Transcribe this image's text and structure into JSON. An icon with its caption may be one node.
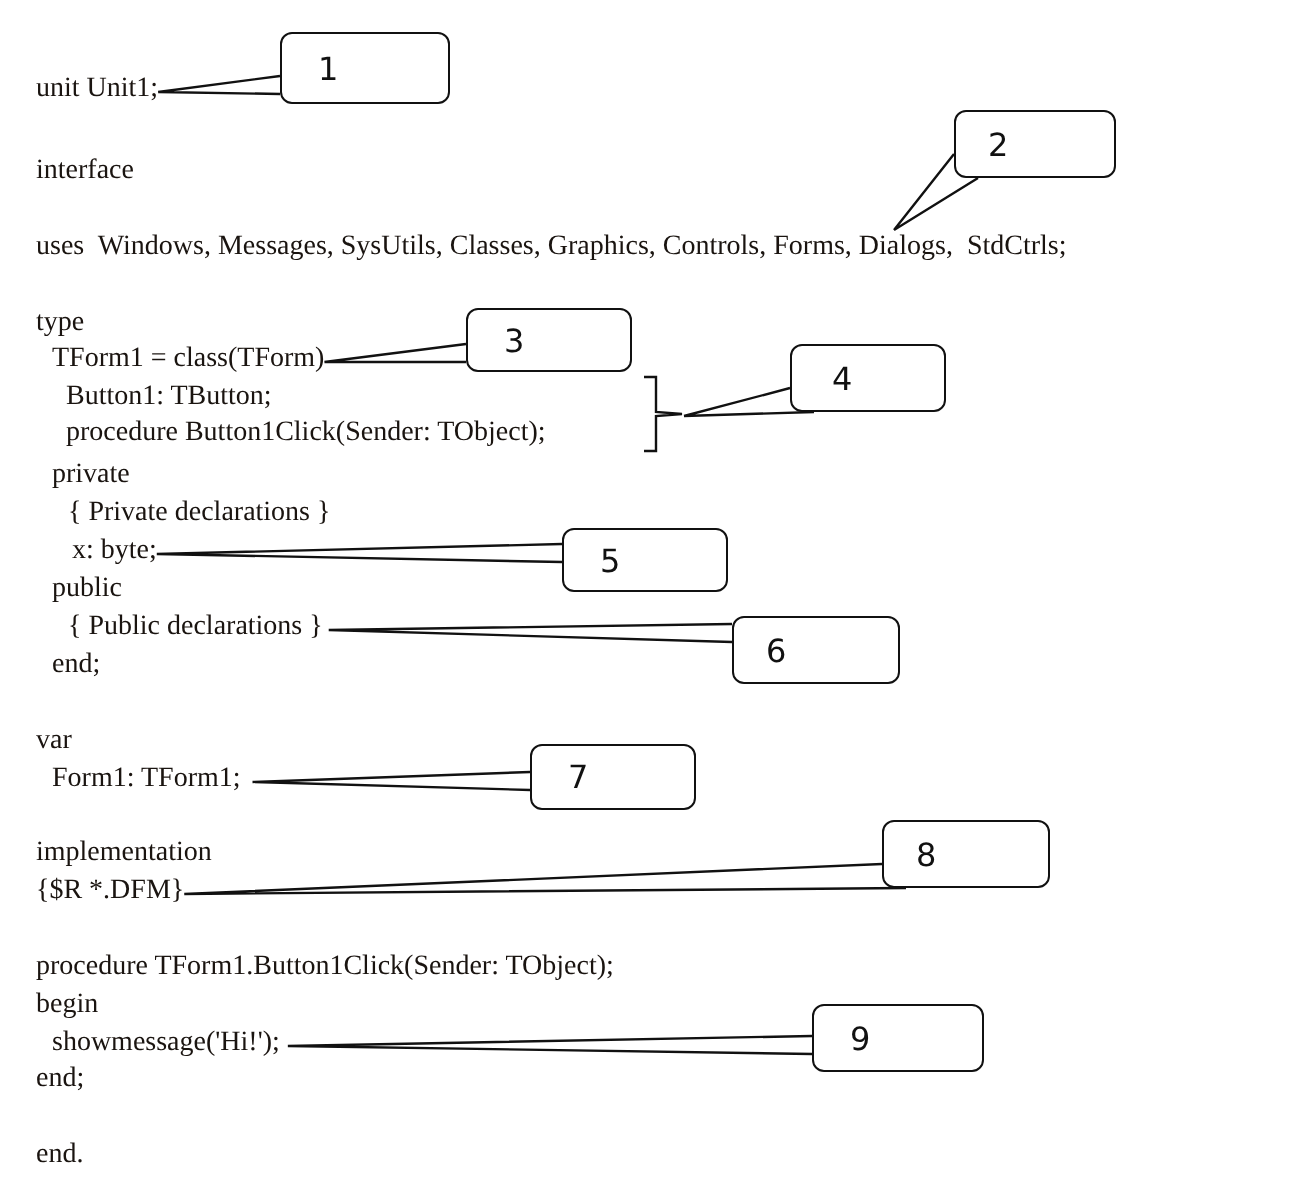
{
  "diagram": {
    "nodes": [
      {
        "text": [
          "1"
        ]
      },
      {
        "text": [
          "unit Unit1;"
        ]
      },
      {
        "text": [
          "2"
        ]
      },
      {
        "text": [
          "uses  Windows, Messages, SysUtils, Classes, Graphics, Controls, Forms, Dialogs,  StdCtrls;"
        ]
      },
      {
        "text": [
          "3"
        ]
      },
      {
        "text": [
          "TForm1 = class(TForm)"
        ]
      },
      {
        "text": [
          "4"
        ]
      },
      {
        "text": [],
        "shape": "bracket"
      },
      {
        "text": [
          "x: byte;"
        ]
      },
      {
        "text": [
          "5"
        ]
      },
      {
        "text": [
          "{ Public declarations }"
        ]
      },
      {
        "text": [
          "6"
        ]
      },
      {
        "text": [
          "Form1: TForm1;"
        ]
      },
      {
        "text": [
          "7"
        ]
      },
      {
        "text": [
          "{$R *.DFM}"
        ]
      },
      {
        "text": [
          "8"
        ]
      },
      {
        "text": [
          "showmessage('Hi!');"
        ]
      },
      {
        "text": [
          "9"
        ]
      }
    ],
    "edges": [
      {
        "from": 0,
        "to": 1,
        "arrow": "none"
      },
      {
        "from": 2,
        "to": 3,
        "arrow": "none"
      },
      {
        "from": 4,
        "to": 5,
        "arrow": "none"
      },
      {
        "from": 6,
        "to": 7,
        "arrow": "none"
      },
      {
        "from": 9,
        "to": 8,
        "arrow": "none"
      },
      {
        "from": 11,
        "to": 10,
        "arrow": "none"
      },
      {
        "from": 13,
        "to": 12,
        "arrow": "none"
      },
      {
        "from": 15,
        "to": 14,
        "arrow": "none"
      },
      {
        "from": 17,
        "to": 16,
        "arrow": "none"
      }
    ],
    "labels": [
      "interface",
      "type",
      "Button1: TButton;",
      "procedure Button1Click(Sender: TObject);",
      "private",
      "{ Private declarations }",
      "public",
      "end;",
      "var",
      "implementation",
      "procedure TForm1.Button1Click(Sender: TObject);",
      "begin",
      "end;",
      "end."
    ]
  }
}
